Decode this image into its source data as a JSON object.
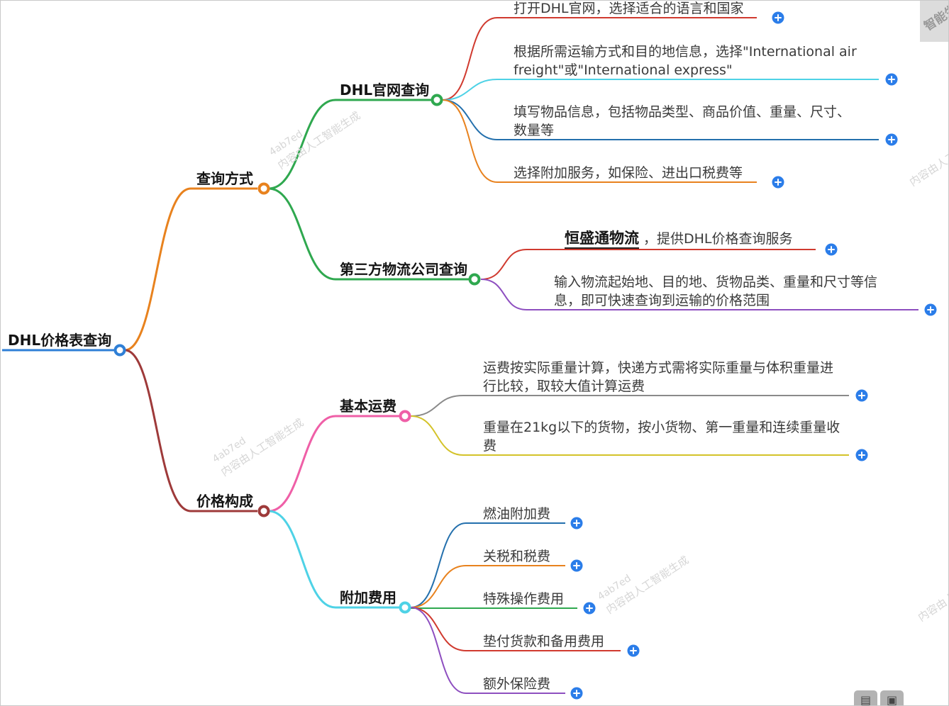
{
  "colors": {
    "root": "#2f7fd6",
    "orange": "#e8821e",
    "maroon": "#9e3a3a",
    "green": "#2fa84f",
    "red": "#d03a2f",
    "cyan": "#4ed2e6",
    "blue": "#2470ad",
    "purple": "#8e4fc0",
    "pink": "#ef5fa7",
    "gray": "#8a8a8a",
    "yellow": "#d4c32a",
    "plus_icon": "#2b7de9"
  },
  "root": {
    "label": "DHL价格表查询"
  },
  "branches": {
    "query_method": {
      "label": "查询方式"
    },
    "price_composition": {
      "label": "价格构成"
    }
  },
  "subnodes": {
    "dhl_official": {
      "label": "DHL官网查询"
    },
    "third_party": {
      "label": "第三方物流公司查询"
    },
    "basic_freight": {
      "label": "基本运费"
    },
    "surcharges": {
      "label": "附加费用"
    }
  },
  "leaves": {
    "official_steps": [
      "打开DHL官网，选择适合的语言和国家",
      "根据所需运输方式和目的地信息，选择\"International air freight\"或\"International express\"",
      "填写物品信息，包括物品类型、商品价值、重量、尺寸、数量等",
      "选择附加服务，如保险、进出口税费等"
    ],
    "third_party_items": {
      "company_bold": "恒盛通物流",
      "company_rest": "，提供DHL价格查询服务",
      "input_desc": "输入物流起始地、目的地、货物品类、重量和尺寸等信息，即可快速查询到运输的价格范围"
    },
    "basic_freight_items": [
      "运费按实际重量计算，快递方式需将实际重量与体积重量进行比较，取较大值计算运费",
      "重量在21kg以下的货物，按小货物、第一重量和连续重量收费"
    ],
    "surcharge_items": [
      "燃油附加费",
      "关税和税费",
      "特殊操作费用",
      "垫付货款和备用费用",
      "额外保险费"
    ]
  },
  "watermark": {
    "id": "4ab7ed",
    "text": "内容由人工智能生成",
    "corner": "智能生成"
  },
  "corner_controls": [
    {
      "name": "grid-view-icon",
      "glyph": "▤"
    },
    {
      "name": "panel-view-icon",
      "glyph": "▣"
    }
  ]
}
